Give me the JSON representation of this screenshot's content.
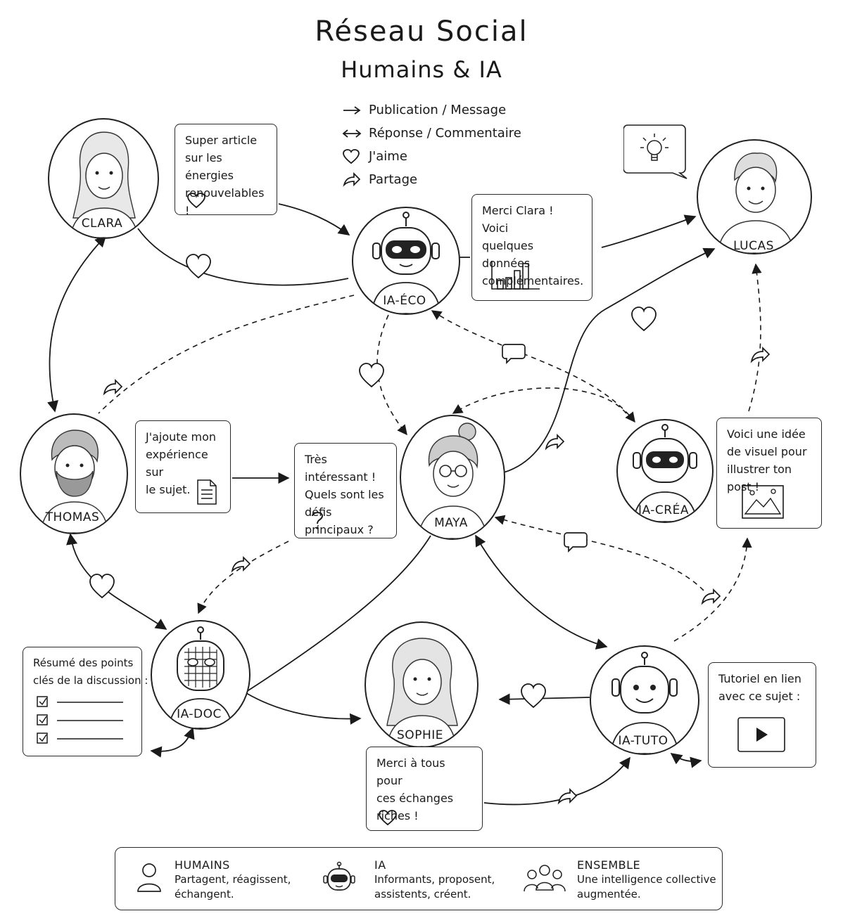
{
  "title": {
    "line1": "Réseau Social",
    "line2": "Humains & IA"
  },
  "legend": [
    {
      "icon": "arrow-right-icon",
      "label": "Publication / Message"
    },
    {
      "icon": "double-arrow-icon",
      "label": "Réponse / Commentaire"
    },
    {
      "icon": "heart-icon",
      "label": "J'aime"
    },
    {
      "icon": "share-arrow-icon",
      "label": "Partage"
    }
  ],
  "nodes": {
    "clara": "CLARA",
    "ia_eco": "IA-ÉCO",
    "lucas": "LUCAS",
    "thomas": "THOMAS",
    "maya": "MAYA",
    "ia_crea": "IA-CRÉA",
    "ia_doc": "IA-DOC",
    "sophie": "SOPHIE",
    "ia_tuto": "IA-TUTO"
  },
  "bubbles": {
    "clara": [
      "Super article",
      "sur les énergies",
      "renouvelables !"
    ],
    "ia_eco": [
      "Merci Clara ! Voici",
      "quelques données",
      "complémentaires."
    ],
    "thomas": [
      "J'ajoute mon",
      "expérience sur",
      "le sujet."
    ],
    "maya": [
      "Très intéressant !",
      "Quels sont les",
      "défis principaux ?"
    ],
    "ia_crea": [
      "Voici une idée",
      "de visuel pour",
      "illustrer ton post !"
    ],
    "ia_doc": [
      "Résumé des points",
      "clés de la discussion :"
    ],
    "sophie": [
      "Merci à tous pour",
      "ces échanges",
      "riches !"
    ],
    "ia_tuto": [
      "Tutoriel en lien",
      "avec ce sujet :"
    ]
  },
  "footer": {
    "humains": {
      "heading": "HUMAINS",
      "lines": [
        "Partagent, réagissent,",
        "échangent."
      ]
    },
    "ia": {
      "heading": "IA",
      "lines": [
        "Informants, proposent,",
        "assistents, créent."
      ]
    },
    "ensemble": {
      "heading": "ENSEMBLE",
      "lines": [
        "Une intelligence collective",
        "augmentée."
      ]
    }
  }
}
